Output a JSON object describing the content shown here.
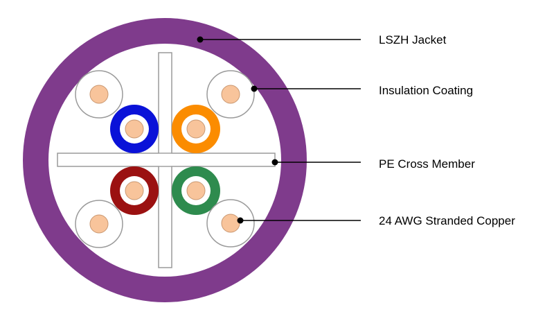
{
  "diagram": {
    "callouts": [
      {
        "label": "LSZH Jacket"
      },
      {
        "label": "Insulation Coating"
      },
      {
        "label": "PE Cross Member"
      },
      {
        "label": "24 AWG Stranded Copper"
      }
    ],
    "colors": {
      "jacket": "#7f3b8c",
      "jacket_inner": "#ffffff",
      "cross_member_fill": "#ffffff",
      "cross_member_stroke": "#9a9a9a",
      "copper": "#f8c49b",
      "copper_stroke": "#c99770",
      "white_insulation_stroke": "#9a9a9a",
      "leader_line": "#000000",
      "pair_blue": "#0a12d8",
      "pair_orange": "#fb8c00",
      "pair_red": "#9b1111",
      "pair_green": "#2e8b4e"
    },
    "conductors": [
      {
        "name": "white-top-left",
        "insulation": "white"
      },
      {
        "name": "white-top-right",
        "insulation": "white"
      },
      {
        "name": "blue",
        "insulation": "blue"
      },
      {
        "name": "orange",
        "insulation": "orange"
      },
      {
        "name": "red",
        "insulation": "red"
      },
      {
        "name": "green",
        "insulation": "green"
      },
      {
        "name": "white-bottom-left",
        "insulation": "white"
      },
      {
        "name": "white-bottom-right",
        "insulation": "white"
      }
    ]
  }
}
